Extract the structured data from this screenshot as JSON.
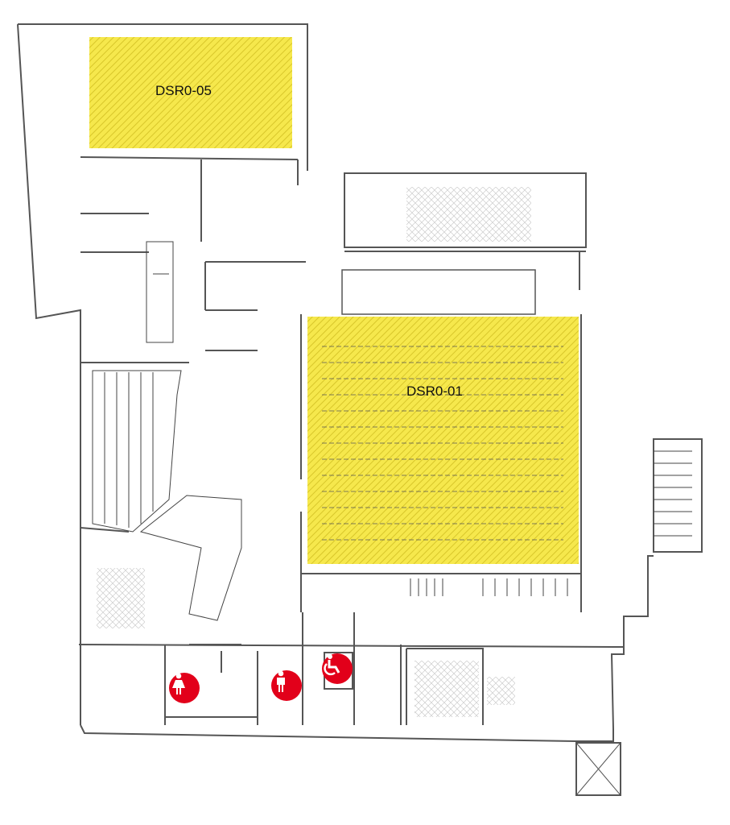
{
  "rooms": [
    {
      "id": "DSR0-05",
      "label": "DSR0-05",
      "highlighted": true
    },
    {
      "id": "DSR0-01",
      "label": "DSR0-01",
      "highlighted": true
    }
  ],
  "facility_icons": [
    {
      "icon": "womens-restroom-icon"
    },
    {
      "icon": "mens-restroom-icon"
    },
    {
      "icon": "accessible-restroom-icon"
    }
  ],
  "colors": {
    "highlight_fill": "#f6e84c",
    "highlight_hatch": "#d8c62a",
    "restroom_icon": "#e2001a",
    "walls": "#555555"
  }
}
